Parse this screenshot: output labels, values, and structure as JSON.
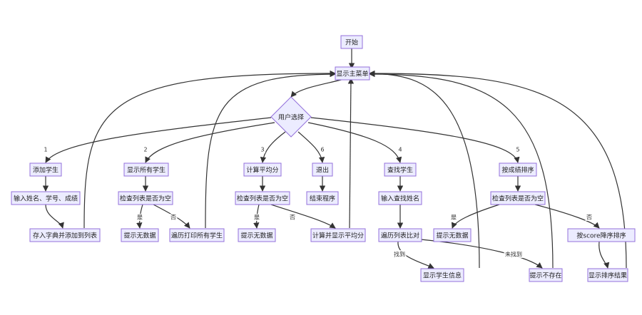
{
  "nodes": {
    "start": "开始",
    "menu": "显示主菜单",
    "choice": "用户选择",
    "add": "添加学生",
    "add_input": "输入姓名、学号、成绩",
    "add_save": "存入字典并添加到列表",
    "show_all": "显示所有学生",
    "show_check": "检查列表是否为空",
    "show_nodata": "提示无数据",
    "show_print": "遍历打印所有学生",
    "avg": "计算平均分",
    "avg_check": "检查列表是否为空",
    "avg_nodata": "提示无数据",
    "avg_calc": "计算并显示平均分",
    "exit": "退出",
    "exit_end": "结束程序",
    "find": "查找学生",
    "find_input": "输入查找姓名",
    "find_loop": "遍历列表比对",
    "find_show": "显示学生信息",
    "find_none": "提示不存在",
    "sort": "按成绩排序",
    "sort_check": "检查列表是否为空",
    "sort_nodata": "提示无数据",
    "sort_do": "按score降序排序",
    "sort_show": "显示排序结果"
  },
  "edge_labels": {
    "opt1": "1",
    "opt2": "2",
    "opt3": "3",
    "opt6": "6",
    "opt4": "4",
    "opt5": "5",
    "show_yes": "是",
    "show_no": "否",
    "avg_yes": "是",
    "avg_no": "否",
    "found": "找到",
    "not_found": "未找到",
    "sort_yes": "是",
    "sort_no": "否"
  },
  "colors": {
    "node_fill": "#ECECFF",
    "node_stroke": "#9370DB",
    "edge": "#333333"
  }
}
